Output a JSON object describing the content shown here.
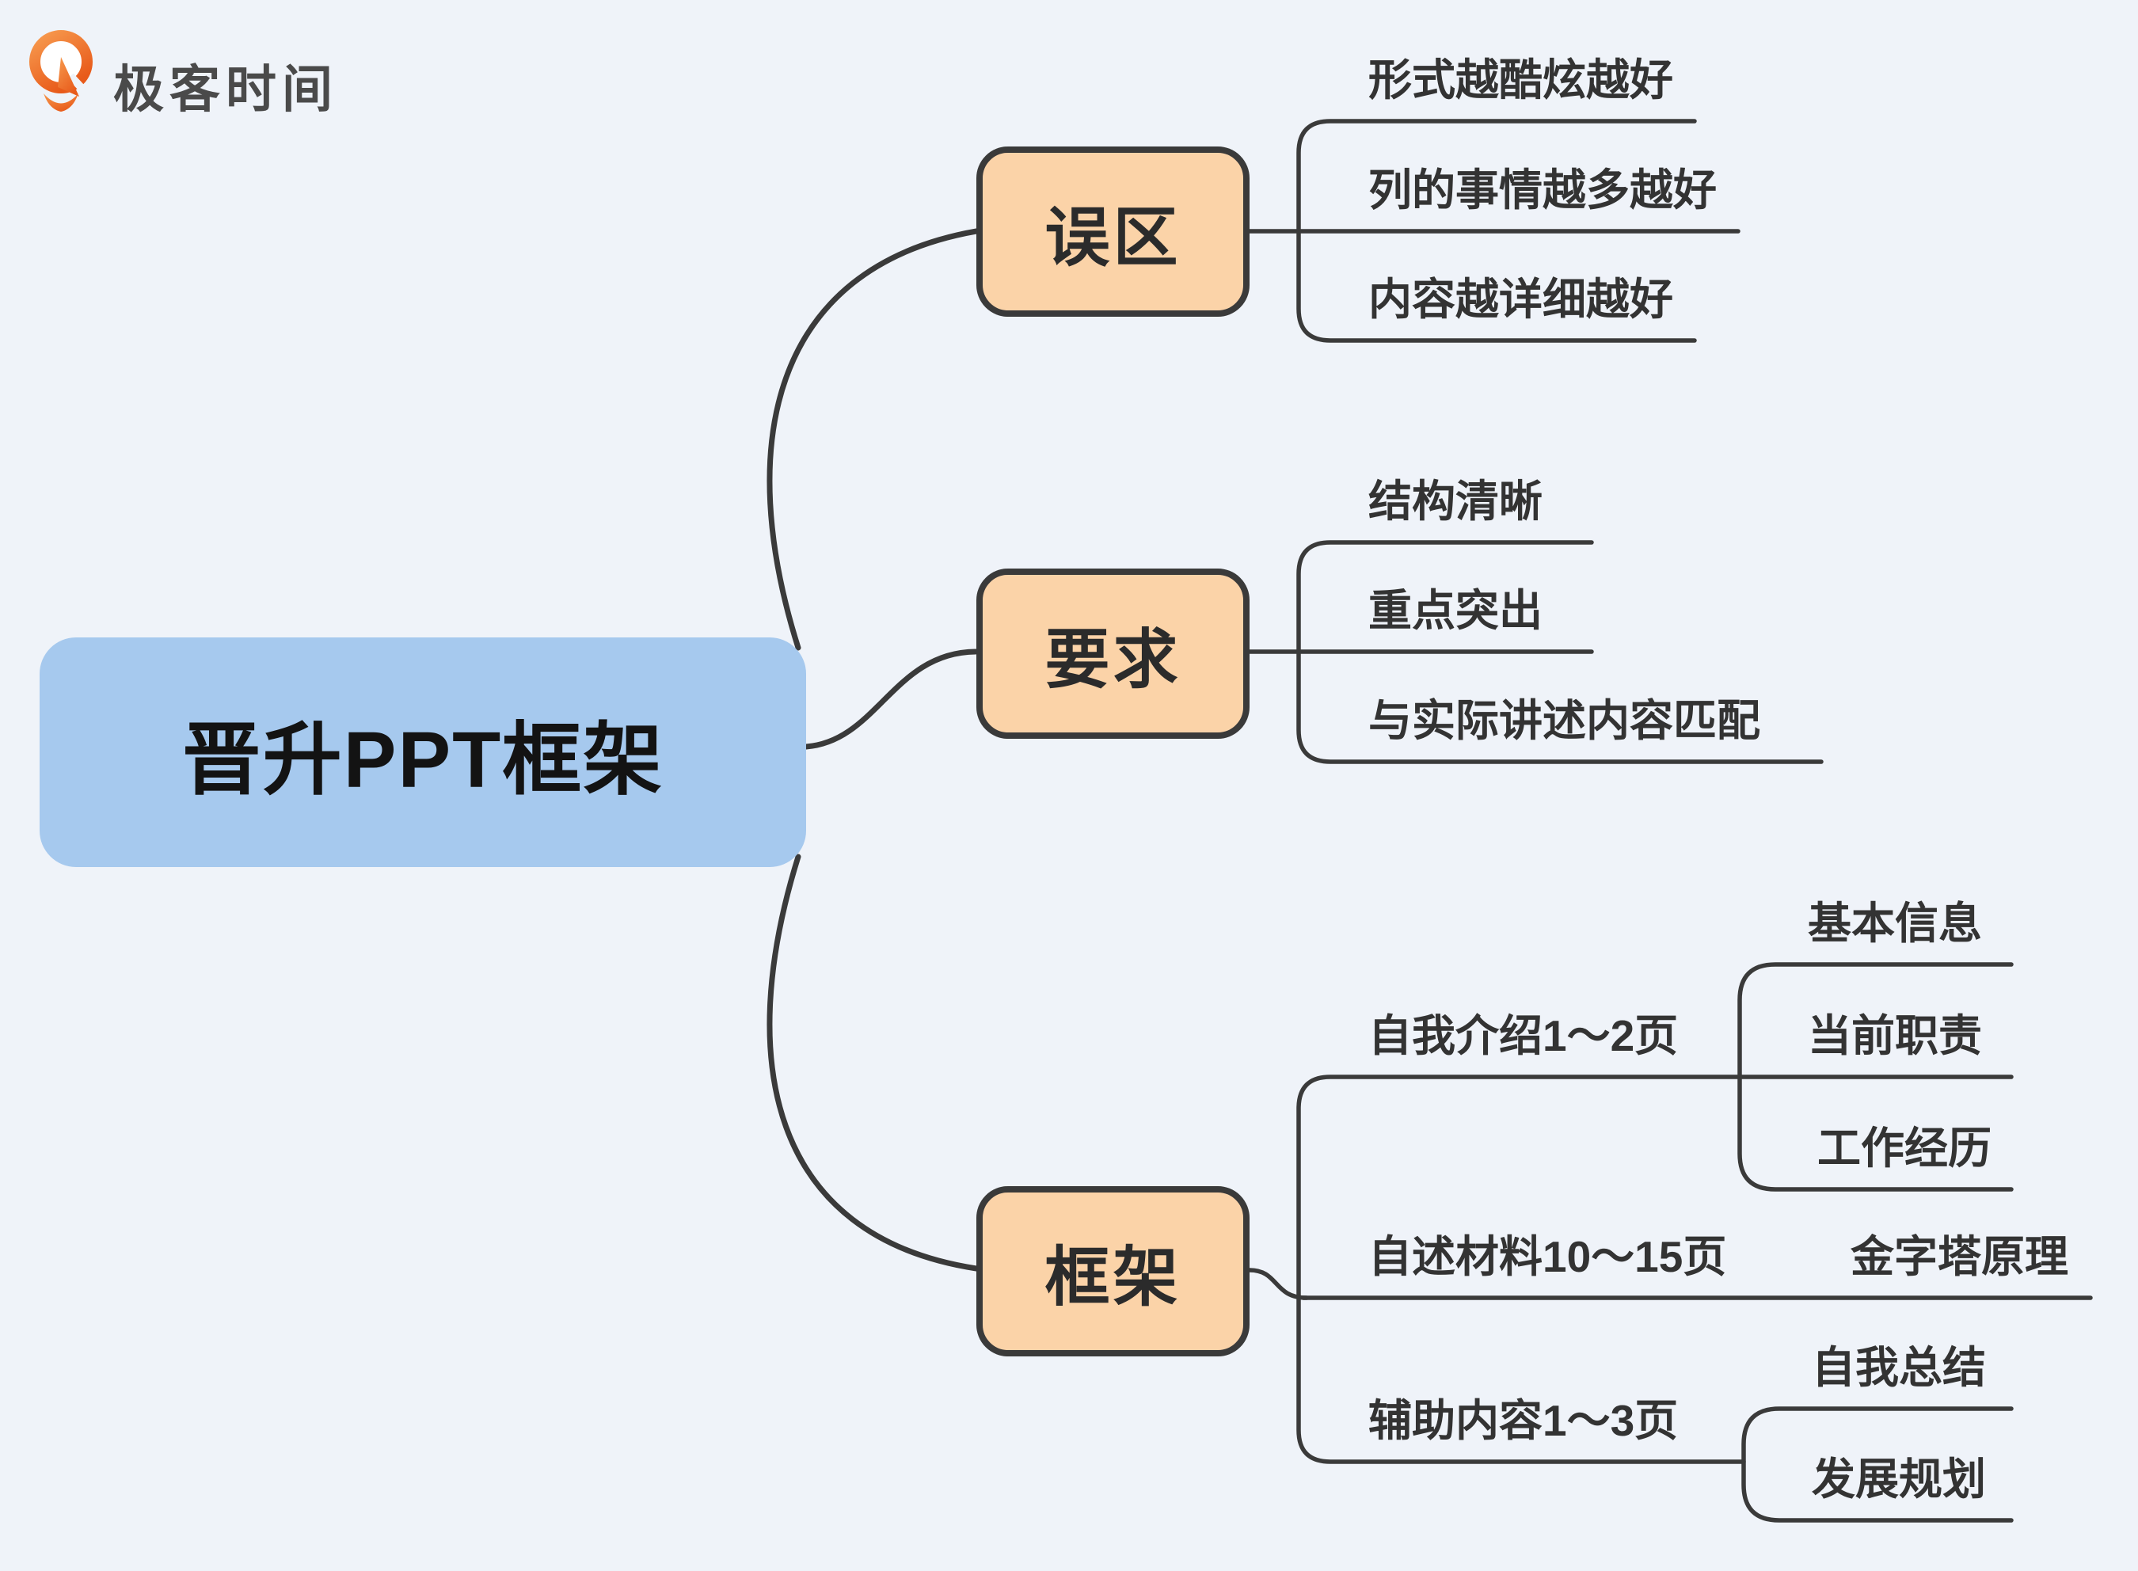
{
  "app": {
    "background_color": "#EFF3F9",
    "line_color": "#3A3A3A"
  },
  "logo": {
    "brand": "极客时间",
    "icon": "geektime-pin-icon",
    "text_color": "#4A4A4A",
    "orange_top": "#F79A4E",
    "orange_bottom": "#E85A1A"
  },
  "root": {
    "label": "晋升PPT框架",
    "fill": "#A6C9EE"
  },
  "branch_style": {
    "fill": "#FBD3A8",
    "border": "#3A3A3A"
  },
  "branches": [
    {
      "label": "误区",
      "children": [
        {
          "label": "形式越酷炫越好"
        },
        {
          "label": "列的事情越多越好"
        },
        {
          "label": "内容越详细越好"
        }
      ]
    },
    {
      "label": "要求",
      "children": [
        {
          "label": "结构清晰"
        },
        {
          "label": "重点突出"
        },
        {
          "label": "与实际讲述内容匹配"
        }
      ]
    },
    {
      "label": "框架",
      "children": [
        {
          "label": "自我介绍1～2页",
          "children": [
            {
              "label": "基本信息"
            },
            {
              "label": "当前职责"
            },
            {
              "label": "工作经历"
            }
          ]
        },
        {
          "label": "自述材料10～15页",
          "children": [
            {
              "label": "金字塔原理"
            }
          ]
        },
        {
          "label": "辅助内容1～3页",
          "children": [
            {
              "label": "自我总结"
            },
            {
              "label": "发展规划"
            }
          ]
        }
      ]
    }
  ]
}
